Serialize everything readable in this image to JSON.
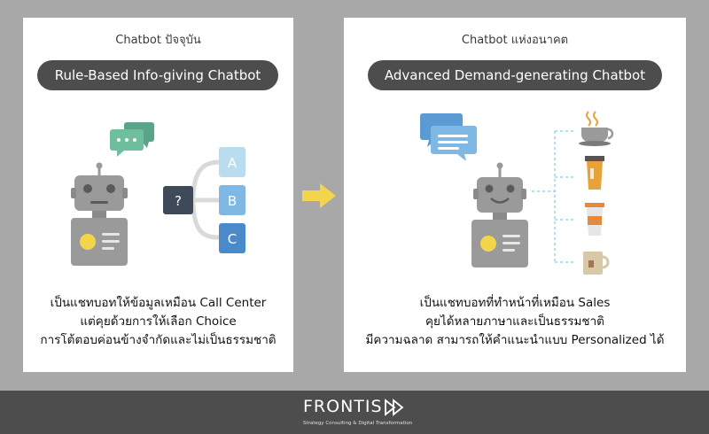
{
  "left": {
    "subtitle": "Chatbot ปัจจุบัน",
    "title": "Rule-Based Info-giving Chatbot",
    "choices": [
      "A",
      "B",
      "C"
    ],
    "question_mark": "?",
    "description": [
      "เป็นแชทบอทให้ข้อมูลเหมือน Call Center",
      "แต่คุยด้วยการให้เลือก Choice",
      "การโต้ตอบค่อนข้างจำกัดและไม่เป็นธรรมชาติ"
    ]
  },
  "right": {
    "subtitle": "Chatbot แห่งอนาคต",
    "title": "Advanced Demand-generating Chatbot",
    "description": [
      "เป็นแชทบอทที่ทำหน้าที่เหมือน Sales",
      "คุยได้หลายภาษาและเป็นธรรมชาติ",
      "มีความฉลาด สามารถให้คำแนะนำแบบ Personalized ได้"
    ]
  },
  "footer": {
    "brand": "FRONTIS",
    "tagline": "Strategy Consulting & Digital Transformation"
  },
  "colors": {
    "background": "#a8a8a8",
    "pill": "#4d4d4d",
    "robot": "#9a9a9a",
    "robot_dark": "#6f6f6f",
    "badge_yellow": "#f2d54a",
    "bubble_green": "#5aa58a",
    "bubble_blue": "#5b9bd5",
    "choice_a": "#b9dcef",
    "choice_b": "#7fb8e4",
    "choice_c": "#4a8acb",
    "question_box": "#3e4a5a",
    "arrow": "#f2d54a"
  }
}
